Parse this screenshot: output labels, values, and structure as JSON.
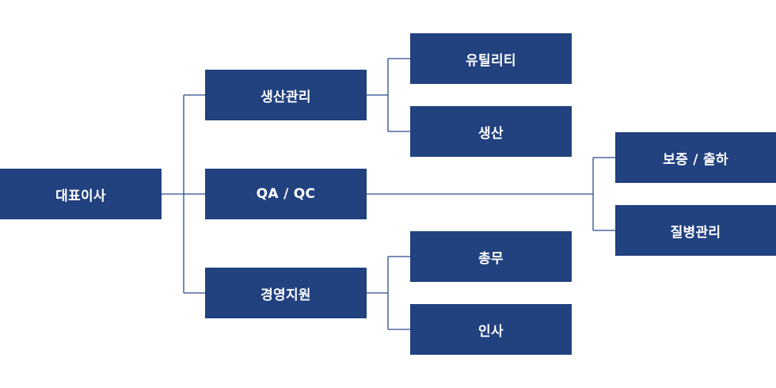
{
  "org_chart": {
    "root": "대표이사",
    "departments": {
      "production": "생산관리",
      "qa": "QA / QC",
      "management": "경영지원"
    },
    "production_teams": [
      "유틸리티",
      "생산"
    ],
    "qa_teams": [
      "보증 / 출하",
      "질병관리"
    ],
    "management_teams": [
      "총무",
      "인사"
    ]
  },
  "colors": {
    "box_fill": "#21417f",
    "connector": "#2b4b8c",
    "text": "#ffffff"
  }
}
